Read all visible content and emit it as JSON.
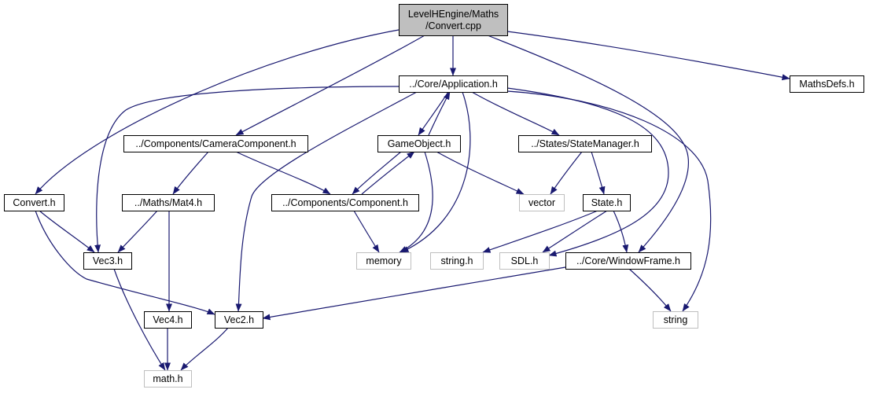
{
  "diagram": {
    "colors": {
      "edge": "#191970",
      "node_border": "#000000",
      "external_border": "#bfbfbf",
      "root_fill": "#bfbfbf",
      "node_fill": "#ffffff",
      "text": "#000000"
    },
    "nodes": [
      {
        "id": "root",
        "lines": [
          "LevelHEngine/Maths",
          "/Convert.cpp"
        ],
        "style": "root"
      },
      {
        "id": "application",
        "lines": [
          "../Core/Application.h"
        ],
        "style": "normal"
      },
      {
        "id": "mathsdefs",
        "lines": [
          "MathsDefs.h"
        ],
        "style": "normal"
      },
      {
        "id": "cameracomponent",
        "lines": [
          "../Components/CameraComponent.h"
        ],
        "style": "normal"
      },
      {
        "id": "gameobject",
        "lines": [
          "GameObject.h"
        ],
        "style": "normal"
      },
      {
        "id": "statemanager",
        "lines": [
          "../States/StateManager.h"
        ],
        "style": "normal"
      },
      {
        "id": "converth",
        "lines": [
          "Convert.h"
        ],
        "style": "normal"
      },
      {
        "id": "mat4",
        "lines": [
          "../Maths/Mat4.h"
        ],
        "style": "normal"
      },
      {
        "id": "component",
        "lines": [
          "../Components/Component.h"
        ],
        "style": "normal"
      },
      {
        "id": "vector",
        "lines": [
          "vector"
        ],
        "style": "external"
      },
      {
        "id": "state",
        "lines": [
          "State.h"
        ],
        "style": "normal"
      },
      {
        "id": "vec3",
        "lines": [
          "Vec3.h"
        ],
        "style": "normal"
      },
      {
        "id": "memory",
        "lines": [
          "memory"
        ],
        "style": "external"
      },
      {
        "id": "stringh",
        "lines": [
          "string.h"
        ],
        "style": "external"
      },
      {
        "id": "sdl",
        "lines": [
          "SDL.h"
        ],
        "style": "external"
      },
      {
        "id": "windowframe",
        "lines": [
          "../Core/WindowFrame.h"
        ],
        "style": "normal"
      },
      {
        "id": "vec4",
        "lines": [
          "Vec4.h"
        ],
        "style": "normal"
      },
      {
        "id": "vec2",
        "lines": [
          "Vec2.h"
        ],
        "style": "normal"
      },
      {
        "id": "string",
        "lines": [
          "string"
        ],
        "style": "external"
      },
      {
        "id": "mathh",
        "lines": [
          "math.h"
        ],
        "style": "external"
      }
    ],
    "edges": [
      {
        "from": "root",
        "to": "application"
      },
      {
        "from": "root",
        "to": "mathsdefs"
      },
      {
        "from": "root",
        "to": "cameracomponent"
      },
      {
        "from": "root",
        "to": "converth"
      },
      {
        "from": "root",
        "to": "windowframe"
      },
      {
        "from": "application",
        "to": "gameobject"
      },
      {
        "from": "application",
        "to": "statemanager"
      },
      {
        "from": "application",
        "to": "vec3"
      },
      {
        "from": "application",
        "to": "vec2"
      },
      {
        "from": "application",
        "to": "memory"
      },
      {
        "from": "application",
        "to": "sdl"
      },
      {
        "from": "application",
        "to": "string"
      },
      {
        "from": "gameobject",
        "to": "application"
      },
      {
        "from": "gameobject",
        "to": "component"
      },
      {
        "from": "gameobject",
        "to": "vector"
      },
      {
        "from": "gameobject",
        "to": "memory"
      },
      {
        "from": "component",
        "to": "gameobject"
      },
      {
        "from": "component",
        "to": "memory"
      },
      {
        "from": "cameracomponent",
        "to": "mat4"
      },
      {
        "from": "cameracomponent",
        "to": "component"
      },
      {
        "from": "statemanager",
        "to": "vector"
      },
      {
        "from": "statemanager",
        "to": "state"
      },
      {
        "from": "state",
        "to": "stringh"
      },
      {
        "from": "state",
        "to": "sdl"
      },
      {
        "from": "state",
        "to": "windowframe"
      },
      {
        "from": "windowframe",
        "to": "vec2"
      },
      {
        "from": "windowframe",
        "to": "string"
      },
      {
        "from": "converth",
        "to": "vec3"
      },
      {
        "from": "converth",
        "to": "vec2"
      },
      {
        "from": "mat4",
        "to": "vec3"
      },
      {
        "from": "mat4",
        "to": "vec4"
      },
      {
        "from": "vec3",
        "to": "mathh"
      },
      {
        "from": "vec4",
        "to": "mathh"
      },
      {
        "from": "vec2",
        "to": "mathh"
      }
    ]
  }
}
